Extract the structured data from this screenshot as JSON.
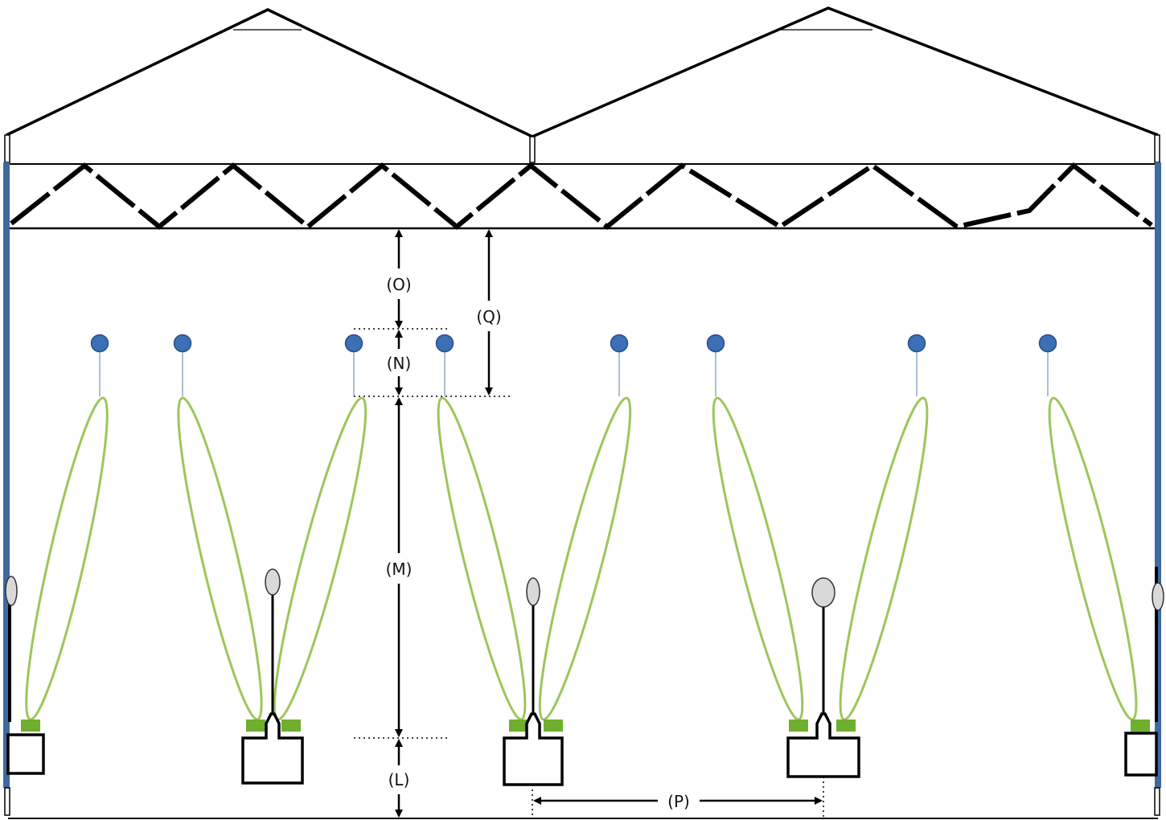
{
  "diagram": {
    "labels": {
      "L": "(L)",
      "M": "(M)",
      "N": "(N)",
      "O": "(O)",
      "P": "(P)",
      "Q": "(Q)"
    },
    "colors": {
      "frame": "#000000",
      "column": "#3d6aa0",
      "wire_node": "#3b6fb6",
      "canopy": "#9cc65a",
      "canopy_base": "#6fae2e",
      "dripper": "#d9d9d9"
    }
  }
}
